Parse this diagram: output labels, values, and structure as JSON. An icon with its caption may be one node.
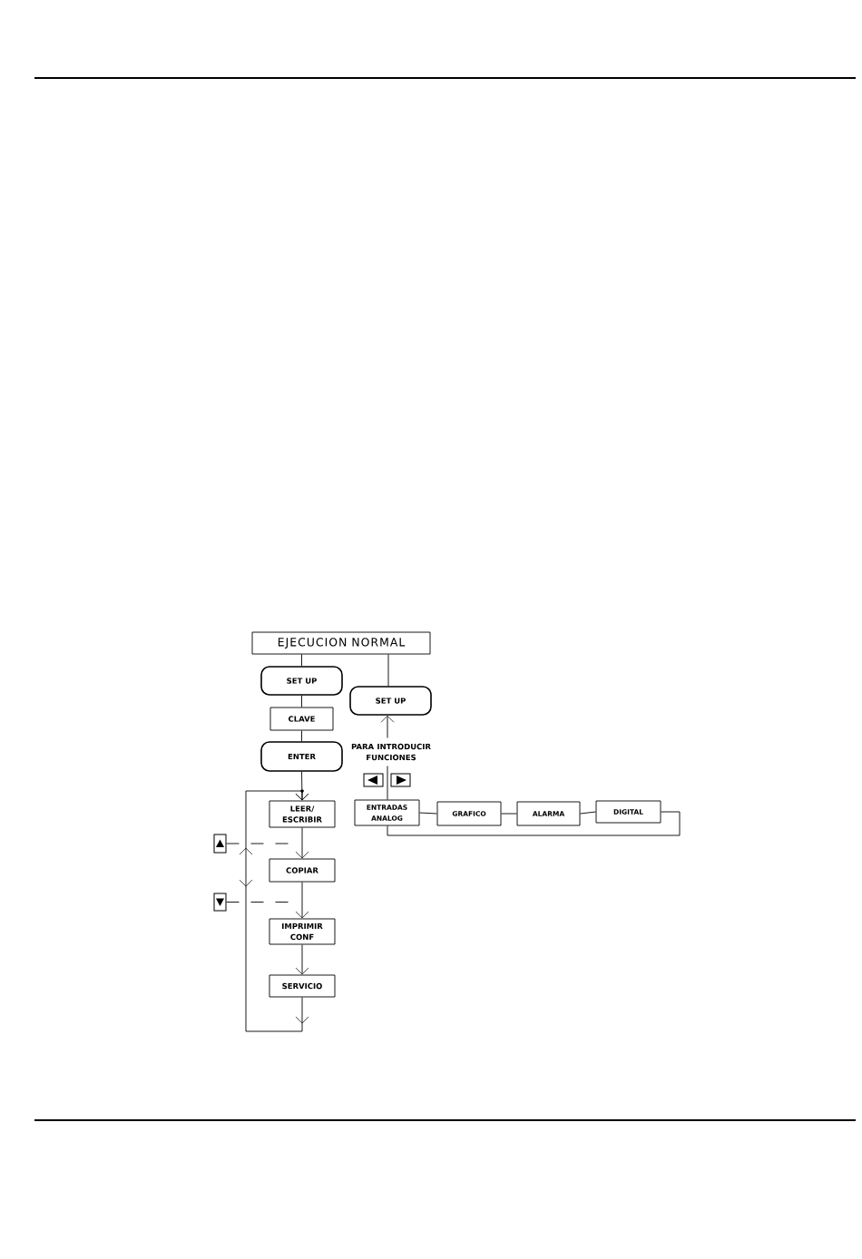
{
  "diagram": {
    "nodes": [
      {
        "text": [
          "EJECUCION NORMAL"
        ]
      },
      {
        "text": [
          "SET UP"
        ]
      },
      {
        "text": [
          "CLAVE"
        ]
      },
      {
        "text": [
          "ENTER"
        ]
      },
      {
        "text": [
          "SET UP"
        ]
      },
      {
        "text": [
          "PARA INTRODUCIR FUNCIONES"
        ]
      },
      {
        "text": [
          "LEER/ ESCRIBIR"
        ]
      },
      {
        "text": [
          "COPIAR"
        ]
      },
      {
        "text": [
          "IMPRIMIR CONF"
        ]
      },
      {
        "text": [
          "SERVICIO"
        ]
      },
      {
        "text": [
          "ENTRADAS ANALOG"
        ]
      },
      {
        "text": [
          "GRAFICO"
        ]
      },
      {
        "text": [
          "ALARMA"
        ]
      },
      {
        "text": [
          "DIGITAL"
        ]
      },
      {
        "text": [],
        "shape": "box"
      },
      {
        "text": [],
        "shape": "box"
      }
    ],
    "edges": [
      {
        "from": 0,
        "to": 1,
        "arrow": "none"
      },
      {
        "from": 1,
        "to": 2,
        "arrow": "none"
      },
      {
        "from": 2,
        "to": 3,
        "arrow": "none"
      },
      {
        "from": 3,
        "to": 6,
        "arrow": "to"
      },
      {
        "from": 6,
        "to": 7,
        "arrow": "to"
      },
      {
        "from": 7,
        "to": 8,
        "arrow": "to"
      },
      {
        "from": 8,
        "to": 9,
        "arrow": "to"
      },
      {
        "from": 9,
        "to": 6,
        "arrow": "to"
      },
      {
        "from": 0,
        "to": 4,
        "arrow": "none"
      },
      {
        "from": 10,
        "to": 5,
        "arrow": "none"
      },
      {
        "from": 5,
        "to": 4,
        "arrow": "to"
      },
      {
        "from": 10,
        "to": 11,
        "arrow": "none"
      },
      {
        "from": 11,
        "to": 12,
        "arrow": "none"
      },
      {
        "from": 12,
        "to": 13,
        "arrow": "none"
      },
      {
        "from": 13,
        "to": 10,
        "arrow": "none"
      },
      {
        "from": 14,
        "to": null,
        "arrow": "none",
        "style": "dashed"
      },
      {
        "from": 15,
        "to": null,
        "arrow": "none",
        "style": "dashed"
      }
    ]
  }
}
